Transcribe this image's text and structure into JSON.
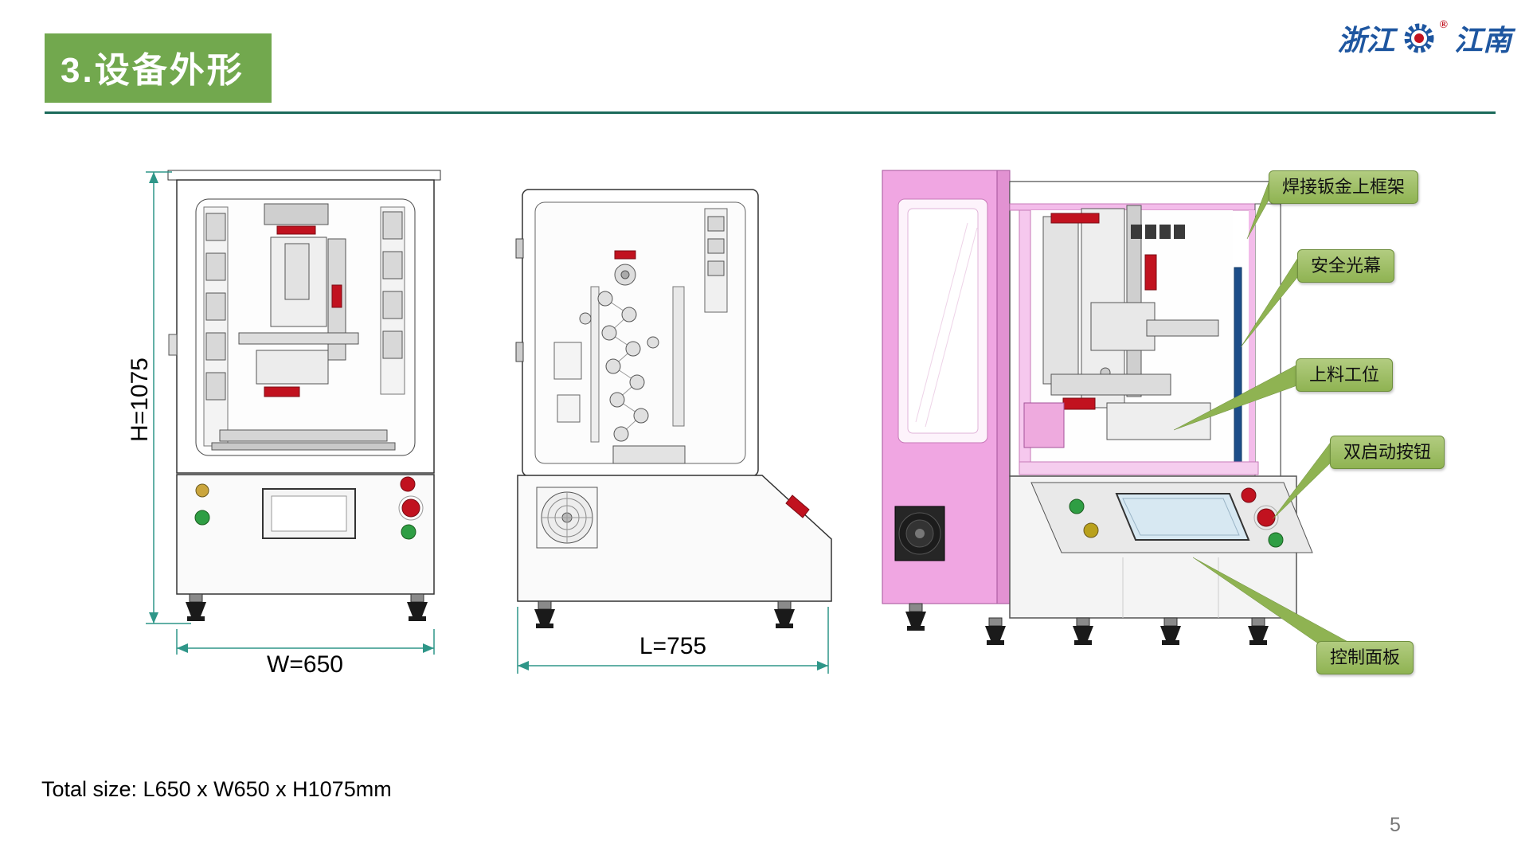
{
  "header": {
    "title": "3.设备外形",
    "logo": {
      "left": "浙江",
      "right": "江南",
      "registered": "®"
    }
  },
  "dimensions": {
    "height": "H=1075",
    "width": "W=650",
    "length": "L=755"
  },
  "callouts": [
    {
      "label": "焊接钣金上框架"
    },
    {
      "label": "安全光幕"
    },
    {
      "label": "上料工位"
    },
    {
      "label": "双启动按钮"
    },
    {
      "label": "控制面板"
    }
  ],
  "footer": {
    "total_size": "Total size: L650 x W650 x H1075mm",
    "page_number": "5"
  },
  "colors": {
    "title_bg": "#72a84e",
    "callout_green": "#8fb352",
    "divider_teal": "#1b6a5a",
    "machine_pink": "#f0a6e2",
    "accent_red": "#c1121f",
    "light_curtain_blue": "#1d4e89",
    "dimension_teal": "#2e9688",
    "logo_blue": "#1e56a0"
  }
}
